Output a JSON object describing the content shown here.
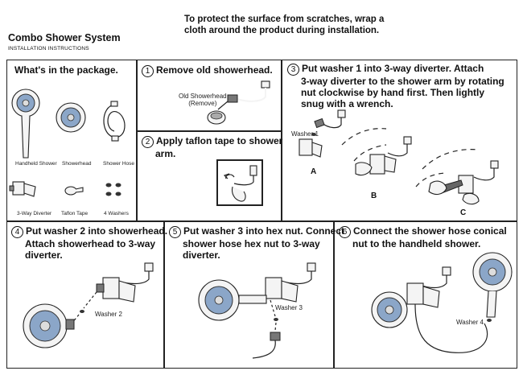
{
  "header": {
    "notice_line1": "To protect the surface from scratches, wrap a",
    "notice_line2": "cloth around the product during installation.",
    "title": "Combo Shower System",
    "subtitle": "INSTALLATION INSTRUCTIONS"
  },
  "package": {
    "heading": "What's in the package.",
    "items": [
      {
        "label": "Handheld Shower",
        "icon": "handheld-shower-icon"
      },
      {
        "label": "Showerhead",
        "icon": "showerhead-icon"
      },
      {
        "label": "Shower Hose",
        "icon": "shower-hose-icon"
      },
      {
        "label": "3-Way Diverter",
        "icon": "diverter-icon"
      },
      {
        "label": "Taflon Tape",
        "icon": "tape-icon"
      },
      {
        "label": "4 Washers",
        "icon": "washers-icon"
      }
    ]
  },
  "steps": [
    {
      "number": "1",
      "lines": [
        "Remove old showerhead."
      ],
      "callout": [
        "Old Showerhead",
        "(Remove)"
      ]
    },
    {
      "number": "2",
      "lines": [
        "Apply taflon tape to shower",
        "arm."
      ]
    },
    {
      "number": "3",
      "lines": [
        "Put washer 1 into 3-way diverter. Attach",
        "3-way diverter to the shower arm by rotating",
        "nut clockwise by hand first. Then lightly",
        "snug with a wrench."
      ],
      "callout": "Washer 1",
      "letters": [
        "A",
        "B",
        "C"
      ]
    },
    {
      "number": "4",
      "lines": [
        "Put washer 2 into showerhead.",
        "Attach showerhead to 3-way",
        "diverter."
      ],
      "callout": "Washer 2"
    },
    {
      "number": "5",
      "lines": [
        "Put washer 3 into hex nut. Connect",
        "shower hose hex nut to 3-way",
        "diverter."
      ],
      "callout": "Washer 3"
    },
    {
      "number": "6",
      "lines": [
        "Connect the shower hose conical",
        "nut to the handheld shower."
      ],
      "callout": "Washer 4"
    }
  ]
}
